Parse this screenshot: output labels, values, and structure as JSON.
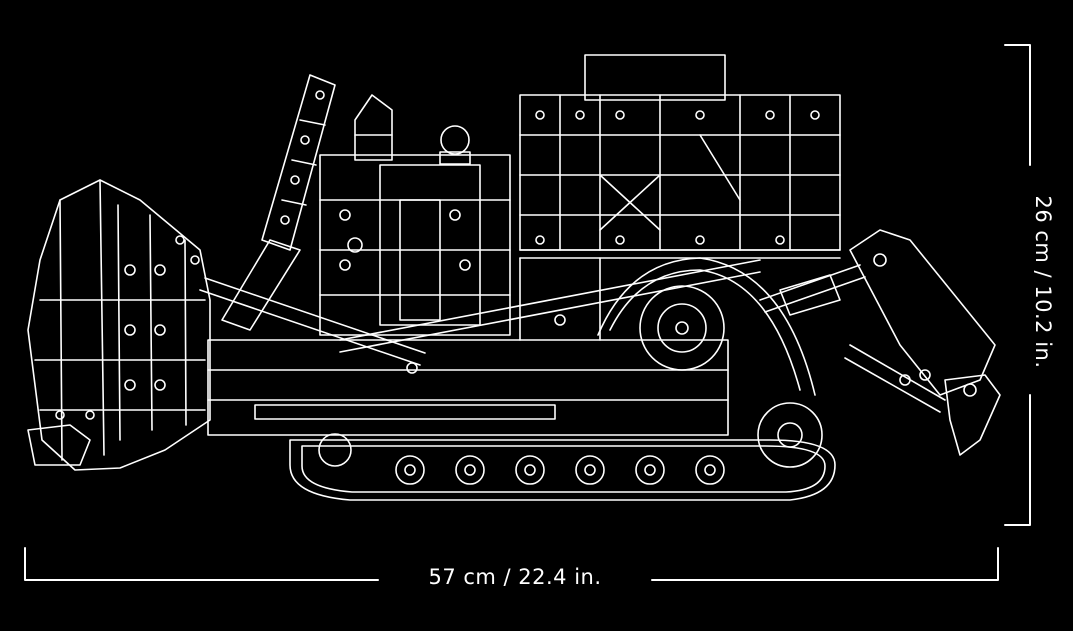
{
  "dimensions": {
    "width_label": "57 cm / 22.4 in.",
    "height_label": "26 cm / 10.2 in."
  },
  "colors": {
    "background": "#000000",
    "line": "#ffffff"
  },
  "drawing": {
    "subject": "bulldozer-line-drawing"
  }
}
